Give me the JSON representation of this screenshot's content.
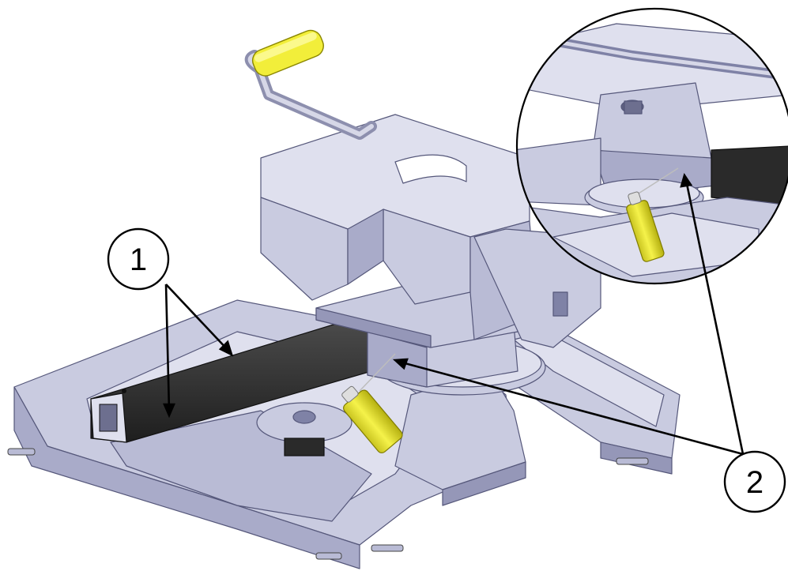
{
  "callouts": [
    {
      "id": "1",
      "label": "1"
    },
    {
      "id": "2",
      "label": "2"
    }
  ],
  "colors": {
    "steel": "#c9cbe0",
    "steel_light": "#dfe0ee",
    "steel_mid": "#a9abc9",
    "steel_dark": "#7f82a6",
    "rail": "#3a3a3a",
    "rail_dark": "#232323",
    "handle": "#f2ee3a",
    "outline": "#000000",
    "background": "#ffffff"
  },
  "icons": [
    "lubricant-spray-can-icon",
    "lubricant-spray-can-icon-detail"
  ]
}
